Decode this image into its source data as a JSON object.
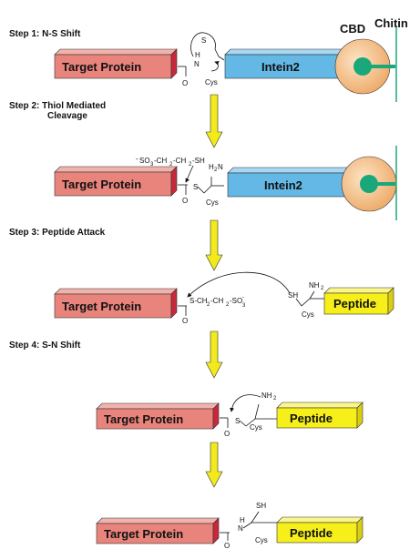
{
  "header": {
    "cbd": "CBD",
    "chitin": "Chitin"
  },
  "steps": {
    "s1": "Step 1:  N-S Shift",
    "s2a": "Step 2:  Thiol Mediated",
    "s2b": "Cleavage",
    "s3": "Step 3:  Peptide Attack",
    "s4": "Step 4:  S-N Shift"
  },
  "labels": {
    "target": "Target Protein",
    "intein": "Intein2",
    "peptide": "Peptide"
  },
  "chem": {
    "S": "S",
    "H": "H",
    "N": "N",
    "O": "O",
    "SH": "SH",
    "cys": "Cys",
    "H2N": "H",
    "H2N_n": "N",
    "NH2": "NH",
    "two": "2",
    "mesna_a": "SO",
    "mesna_b": "-CH",
    "mesna_c": "-CH",
    "mesna_d": "-SH",
    "chain_a": "S-CH",
    "chain_b": "-CH",
    "chain_c": "-SO",
    "minus": "-",
    "three": "3"
  },
  "colors": {
    "target": "#e8847c",
    "target_end": "#c8283a",
    "intein": "#63b8e6",
    "peptide": "#f6ef1a",
    "arrow": "#f3ea1c",
    "cbd_fill": "#f2c08c",
    "cbd_dot": "#1aa77a",
    "chitin": "#1aa77a"
  }
}
